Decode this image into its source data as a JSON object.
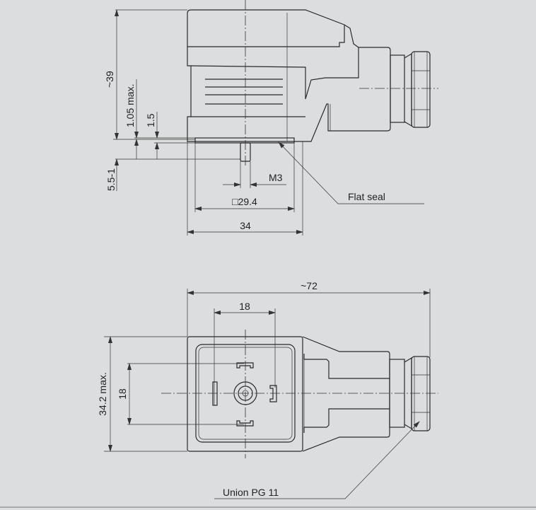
{
  "side_view": {
    "dim_height": "~39",
    "dim_seal_max": "1.05 max.",
    "dim_seal": "1.5",
    "dim_pin": "5.5-1",
    "dim_thread": "M3",
    "dim_square": "□29.4",
    "dim_width": "34",
    "callout_seal": "Flat seal"
  },
  "front_view": {
    "dim_length": "~72",
    "dim_pitch_h": "18",
    "dim_pitch_v": "18",
    "dim_height": "34.2 max.",
    "callout_union": "Union PG 11"
  }
}
